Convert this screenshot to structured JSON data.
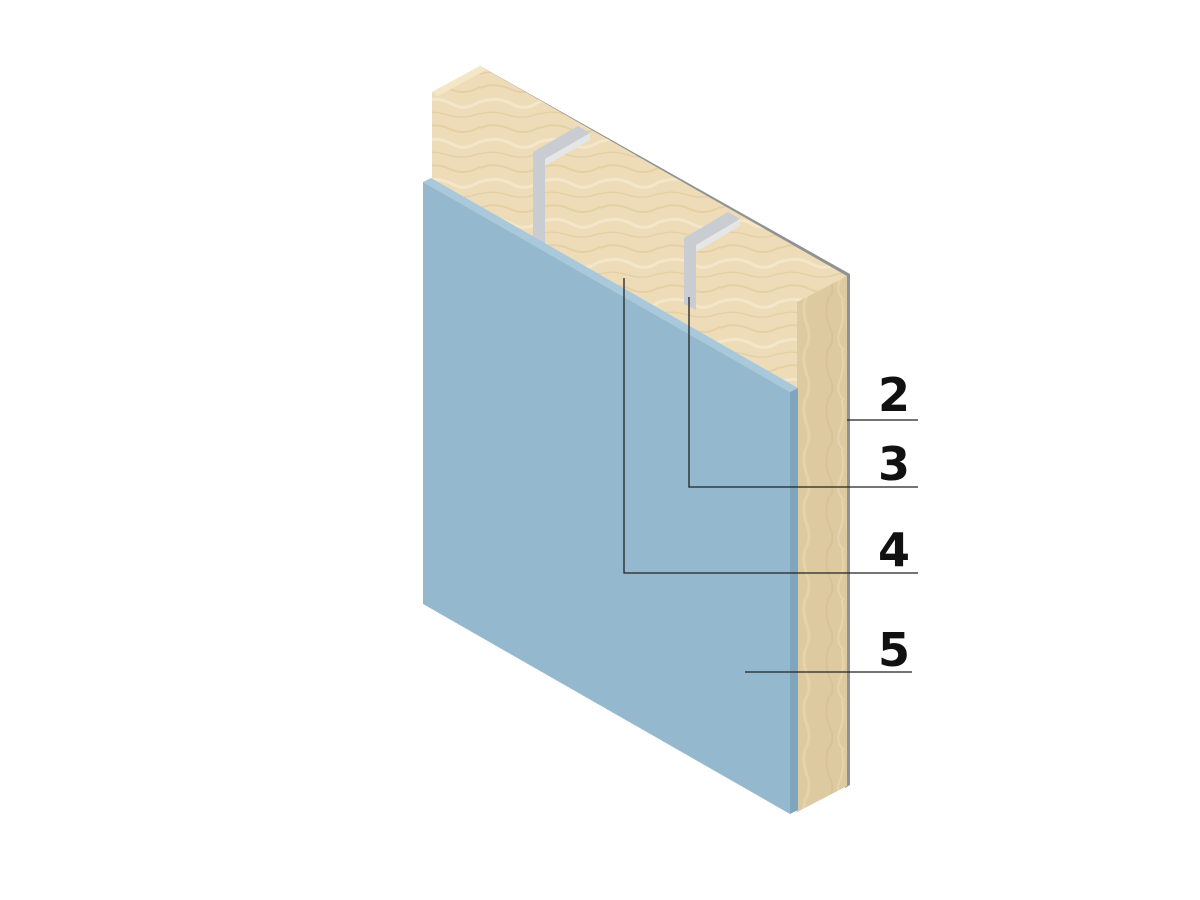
{
  "diagram": {
    "callouts": [
      {
        "id": "2",
        "label": "2"
      },
      {
        "id": "3",
        "label": "3"
      },
      {
        "id": "4",
        "label": "4"
      },
      {
        "id": "5",
        "label": "5"
      }
    ],
    "colors": {
      "board": "#94b9cf",
      "board_edge": "#7fa6bc",
      "insulation": "#ecd9b2",
      "insulation_shade": "#dcc79c",
      "profile": "#c9ccd0",
      "back_sheet": "#8e9296",
      "leader": "#222222",
      "text": "#111111"
    }
  }
}
